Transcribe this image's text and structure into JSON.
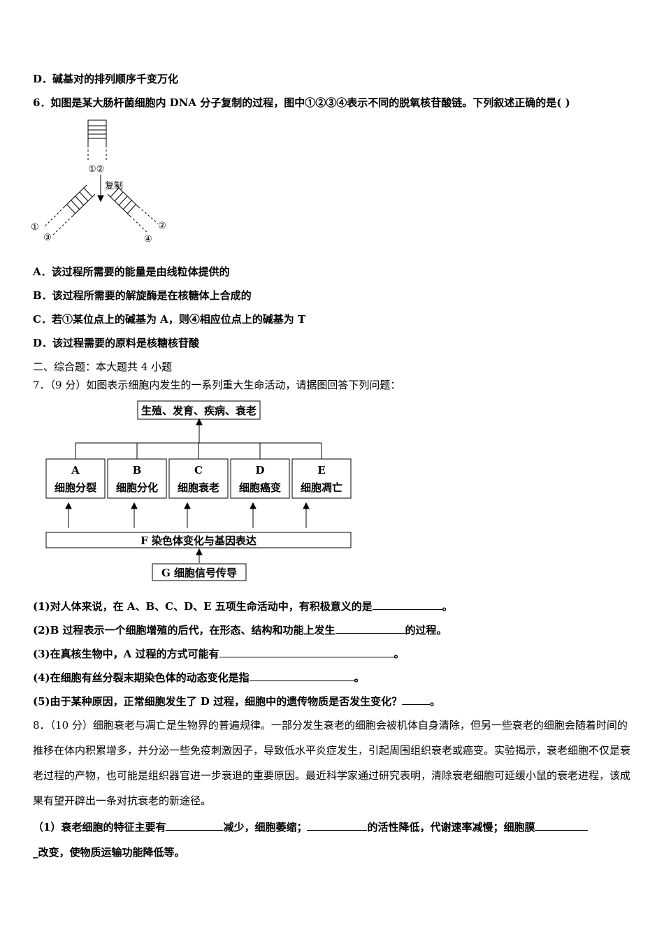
{
  "q5": {
    "option_d": "D．碱基对的排列顺序千变万化"
  },
  "q6": {
    "stem": "6．如图是某大肠杆菌细胞内 DNA 分子复制的过程，图中①②③④表示不同的脱氧核苷酸链。下列叙述正确的是( )",
    "figure": {
      "top_labels": "①②",
      "arrow_label": "复制",
      "left_label_1": "①",
      "left_label_2": "③",
      "right_label_1": "②",
      "right_label_2": "④"
    },
    "options": [
      "A．该过程所需要的能量是由线粒体提供的",
      "B．该过程所需要的解旋酶是在核糖体上合成的",
      "C．若①某位点上的碱基为 A，则④相应位点上的碱基为 T",
      "D．该过程需要的原料是核糖核苷酸"
    ]
  },
  "section2": {
    "heading": "二、综合题：本大题共 4 小题"
  },
  "q7": {
    "stem": "7．（9 分）如图表示细胞内发生的一系列重大生命活动，请据图回答下列问题：",
    "figure": {
      "top_box": "生殖、发育、疾病、衰老",
      "boxes": [
        {
          "letter": "A",
          "text": "细胞分裂"
        },
        {
          "letter": "B",
          "text": "细胞分化"
        },
        {
          "letter": "C",
          "text": "细胞衰老"
        },
        {
          "letter": "D",
          "text": "细胞癌变"
        },
        {
          "letter": "E",
          "text": "细胞凋亡"
        }
      ],
      "f_box": "F 染色体变化与基因表达",
      "g_box": "G 细胞信号传导"
    },
    "sub": [
      {
        "pre": "(1)对人体来说，在 A、B、C、D、E 五项生命活动中，有积极意义的是",
        "post": "。"
      },
      {
        "pre": "(2)B 过程表示一个细胞增殖的后代，在形态、结构和功能上发生",
        "post": "的过程。"
      },
      {
        "pre": "(3)在真核生物中，A 过程的方式可能有",
        "post": "。"
      },
      {
        "pre": "(4)在细胞有丝分裂末期染色体的动态变化是指",
        "post": "。"
      },
      {
        "pre": "(5)由于某种原因，正常细胞发生了 D 过程，细胞中的遗传物质是否发生变化？",
        "post": "。"
      }
    ]
  },
  "q8": {
    "paragraph": "8．（10 分）细胞衰老与凋亡是生物界的普遍规律。一部分发生衰老的细胞会被机体自身清除，但另一些衰老的细胞会随着时间的推移在体内积累增多，并分泌一些免疫刺激因子，导致低水平炎症发生，引起周围组织衰老或癌变。实验揭示，衰老细胞不仅是衰老过程的产物，也可能是组织器官进一步衰退的重要原因。最近科学家通过研究表明，清除衰老细胞可延缓小鼠的衰老进程，该成果有望开辟出一条对抗衰老的新途径。",
    "sub1_a": "（1）衰老细胞的特征主要有",
    "sub1_b": "减少，细胞萎缩；",
    "sub1_c": "的活性降低，代谢速率减慢；细胞膜",
    "sub1_d": "_改变，使物质运输功能降低等。"
  }
}
